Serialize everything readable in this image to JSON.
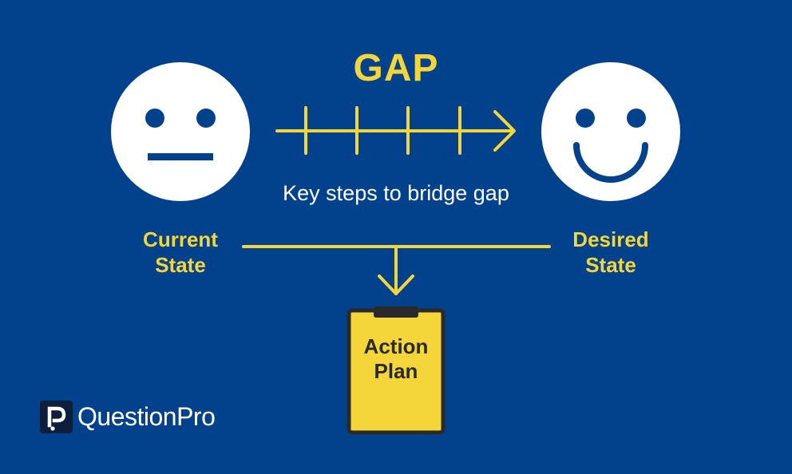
{
  "diagram": {
    "title": "GAP",
    "caption": "Key steps to bridge gap",
    "current_state": {
      "line1": "Current",
      "line2": "State"
    },
    "desired_state": {
      "line1": "Desired",
      "line2": "State"
    },
    "action_plan": {
      "line1": "Action",
      "line2": "Plan"
    }
  },
  "brand": {
    "name": "QuestionPro"
  },
  "colors": {
    "background": "#02418c",
    "accent": "#f5d63a",
    "face": "#ffffff",
    "clipboard": "#f5d63a",
    "clipboard_border": "#2a2a2a"
  },
  "icons": {
    "current_face": "neutral-face-icon",
    "desired_face": "smiling-face-icon",
    "clipboard": "clipboard-icon",
    "logo": "questionpro-logo-icon"
  }
}
